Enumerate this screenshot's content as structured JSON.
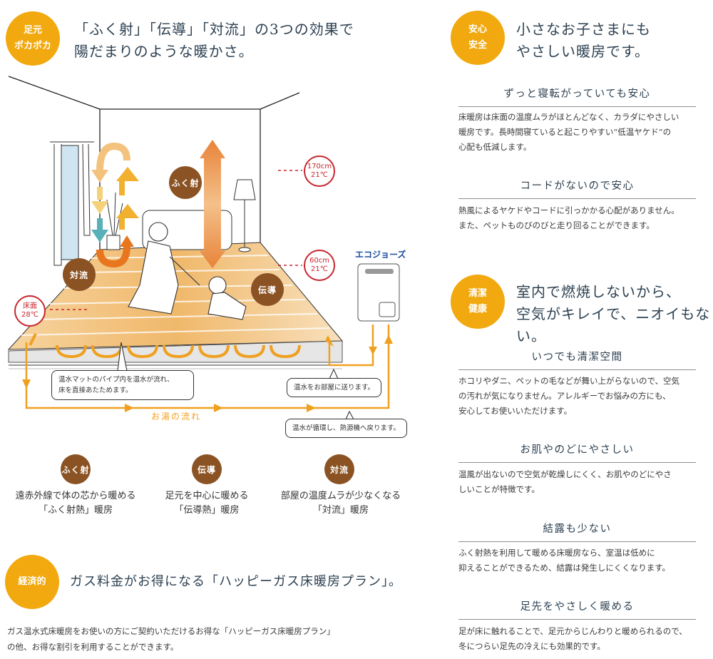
{
  "left": {
    "badge": {
      "line1": "足元",
      "line2": "ポカポカ"
    },
    "headline": {
      "line1": "「ふく射」「伝導」「対流」の3つの効果で",
      "line2": "陽だまりのような暖かさ。"
    },
    "diagram": {
      "labels": {
        "radiation": "ふく射",
        "convection": "対流",
        "conduction": "伝導"
      },
      "temps": [
        {
          "height": "170cm",
          "temp": "21℃"
        },
        {
          "height": "60cm",
          "temp": "21℃"
        },
        {
          "height": "床面",
          "temp": "28℃"
        }
      ],
      "boiler_name": "エコジョーズ",
      "callouts": {
        "mat_line1": "温水マットのパイプ内を温水が流れ、",
        "mat_line2": "床を直接あたためます。",
        "send": "温水をお部屋に送ります。",
        "return": "温水が循環し、熱源機へ戻ります。"
      },
      "flow_label": "お湯の流れ",
      "colors": {
        "flow": "#f0a020",
        "temp_ring": "#c8252c",
        "brown_badge": "#8b5323"
      }
    },
    "effects": [
      {
        "badge": "ふく射",
        "line1": "遠赤外線で体の芯から暖める",
        "line2": "「ふく射熱」暖房"
      },
      {
        "badge": "伝導",
        "line1": "足元を中心に暖める",
        "line2": "「伝導熱」暖房"
      },
      {
        "badge": "対流",
        "line1": "部屋の温度ムラが少なくなる",
        "line2": "「対流」暖房"
      }
    ],
    "economy": {
      "badge": "経済的",
      "headline": "ガス料金がお得になる「ハッピーガス床暖房プラン」。",
      "body_line1": "ガス温水式床暖房をお使いの方にご契約いただけるお得な「ハッピーガス床暖房プラン」",
      "body_line2": "の他、お得な割引を利用することができます。"
    }
  },
  "right": {
    "safety": {
      "badge": {
        "line1": "安心",
        "line2": "安全"
      },
      "headline": {
        "line1": "小さなお子さまにも",
        "line2": "やさしい暖房です。"
      },
      "items": [
        {
          "title": "ずっと寝転がっていても安心",
          "lines": [
            "床暖房は床面の温度ムラがほとんどなく、カラダにやさしい",
            "暖房です。長時間寝ていると起こりやすい“低温ヤケド”の",
            "心配も低減します。"
          ]
        },
        {
          "title": "コードがないので安心",
          "lines": [
            "熱風によるヤケドやコードに引っかかる心配がありません。",
            "また、ペットものびのびと走り回ることができます。"
          ]
        }
      ]
    },
    "clean": {
      "badge": {
        "line1": "清潔",
        "line2": "健康"
      },
      "headline": {
        "line1": "室内で燃焼しないから、",
        "line2": "空気がキレイで、ニオイもない。"
      },
      "items": [
        {
          "title": "いつでも清潔空間",
          "lines": [
            "ホコリやダニ、ペットの毛などが舞い上がらないので、空気",
            "の汚れが気になりません。アレルギーでお悩みの方にも、",
            "安心してお使いいただけます。"
          ]
        },
        {
          "title": "お肌やのどにやさしい",
          "lines": [
            "温風が出ないので空気が乾燥しにくく、お肌やのどにやさ",
            "しいことが特徴です。"
          ]
        },
        {
          "title": "結露も少ない",
          "lines": [
            "ふく射熱を利用して暖める床暖房なら、室温は低めに",
            "抑えることができるため、結露は発生しにくくなります。"
          ]
        },
        {
          "title": "足先をやさしく暖める",
          "lines": [
            "足が床に触れることで、足元からじんわりと暖められるので、",
            "冬につらい足先の冷えにも効果的です。"
          ]
        }
      ]
    }
  },
  "accent_color": "#f2a90f"
}
